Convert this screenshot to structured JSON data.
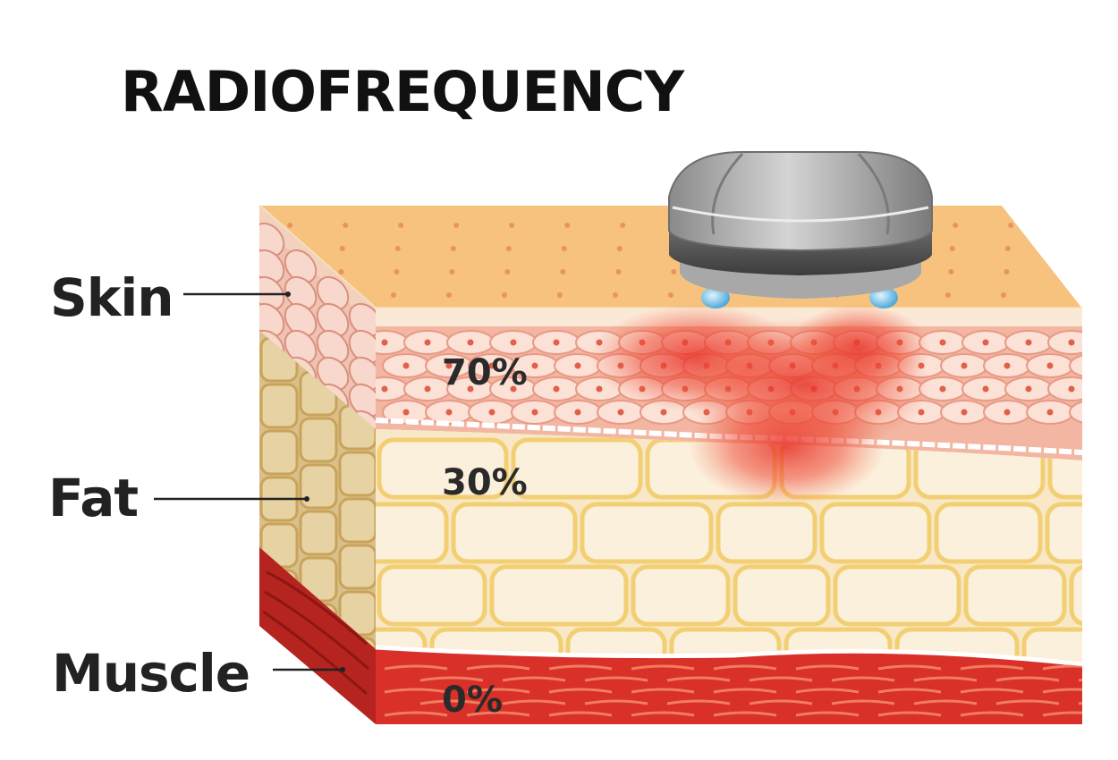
{
  "title": "RADIOFREQUENCY",
  "layers": [
    {
      "name": "Skin",
      "percent": "70%"
    },
    {
      "name": "Fat",
      "percent": "30%"
    },
    {
      "name": "Muscle",
      "percent": "0%"
    }
  ],
  "colors": {
    "skin_top": "#f6c27e",
    "skin_cells": "#f2b6a2",
    "fat": "#f8e8c8",
    "fat_lines": "#f3cf73",
    "muscle": "#d9302a",
    "heat": "#e8332a",
    "device": "#8c8c8c",
    "electrode": "#7fc8ee"
  }
}
